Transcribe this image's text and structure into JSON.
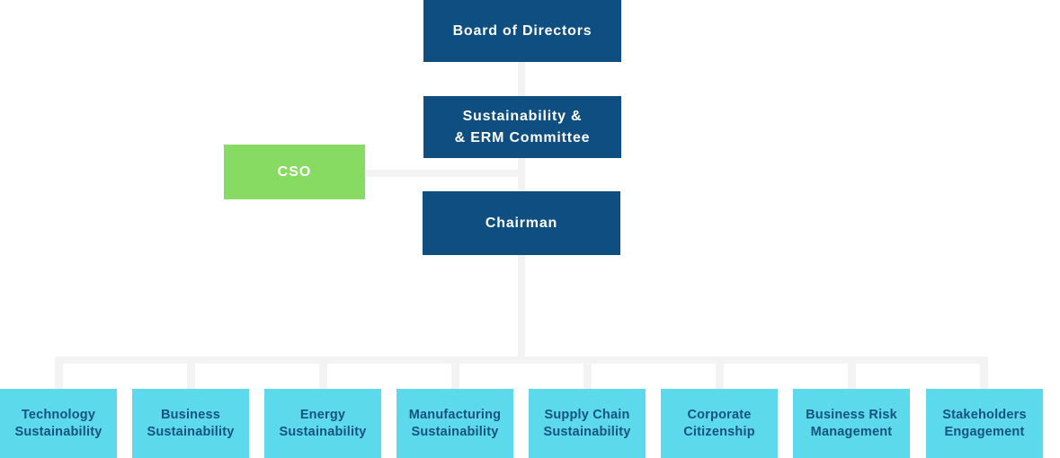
{
  "diagram": {
    "board": {
      "label": "Board of Directors"
    },
    "committee": {
      "line1": "Sustainability &",
      "line2": "& ERM Committee"
    },
    "cso": {
      "label": "CSO"
    },
    "chairman": {
      "label": "Chairman"
    },
    "departments": [
      {
        "line1": "Technology",
        "line2": "Sustainability"
      },
      {
        "line1": "Business",
        "line2": "Sustainability"
      },
      {
        "line1": "Energy",
        "line2": "Sustainability"
      },
      {
        "line1": "Manufacturing",
        "line2": "Sustainability"
      },
      {
        "line1": "Supply Chain",
        "line2": "Sustainability"
      },
      {
        "line1": "Corporate",
        "line2": "Citizenship"
      },
      {
        "line1": "Business Risk",
        "line2": "Management"
      },
      {
        "line1": "Stakeholders",
        "line2": "Engagement"
      }
    ],
    "colors": {
      "primary_blue": "#0E4E81",
      "green": "#87DA62",
      "cyan": "#5CDAEC",
      "connector_gray": "#F3F3F3",
      "department_text": "#17537F"
    }
  }
}
